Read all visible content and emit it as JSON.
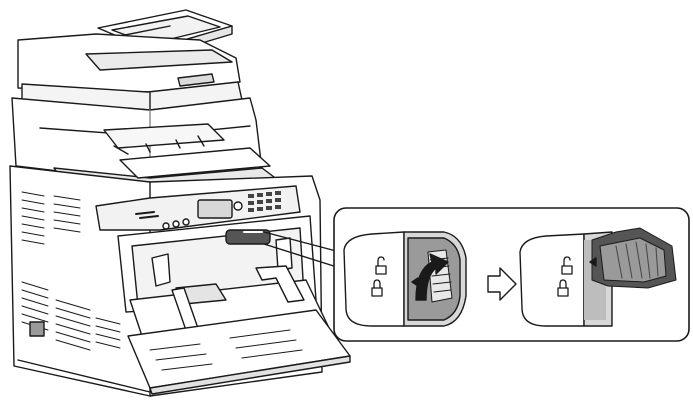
{
  "figure": {
    "subject": "multifunction-laser-printer",
    "step": "rotate-toner-cartridge-lock-lever",
    "callout": {
      "before_state": "lever-lower-position",
      "after_state": "lever-upper-position",
      "transition_icon": "arrow-right-icon",
      "lock_icons": [
        "unlock-icon",
        "lock-icon"
      ],
      "rotation_icon": "curved-arrow-up-icon"
    },
    "colors": {
      "line": "#1a1a1a",
      "paper": "#ffffff",
      "dark_part": "#555555",
      "mid_gray": "#9a9a9a",
      "light_gray": "#d8d8d8",
      "shadow_gray": "#bdbdbd"
    }
  }
}
